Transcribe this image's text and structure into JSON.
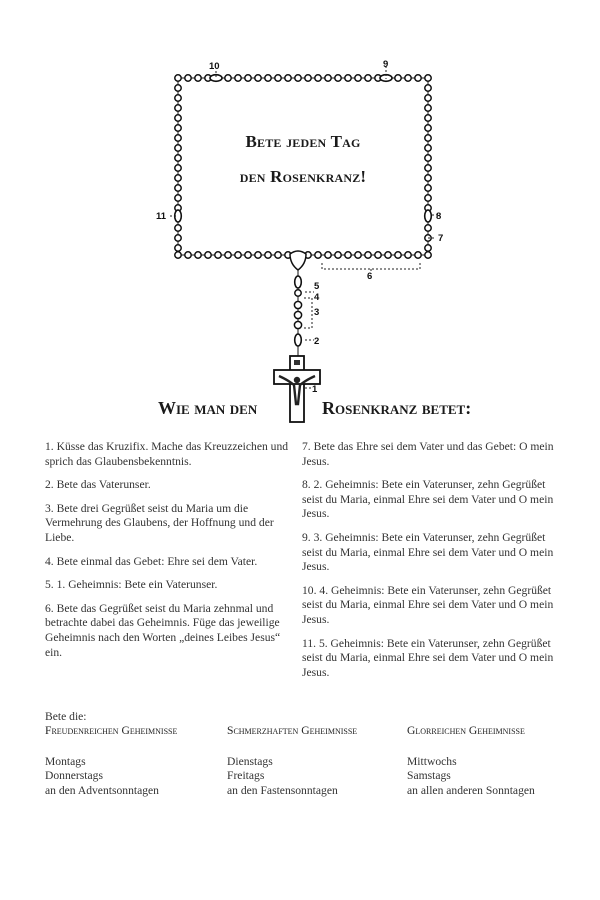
{
  "title": {
    "line1": "Bete jeden Tag",
    "line2": "den Rosenkranz!"
  },
  "diagram_labels": [
    "10",
    "9",
    "11",
    "8",
    "7",
    "6",
    "5",
    "4",
    "3",
    "2",
    "1"
  ],
  "heading": {
    "left": "Wie man den",
    "right": "Rosenkranz betet:"
  },
  "steps_left": [
    "1.  Küsse das Kruzifix. Mache das Kreuzzeichen und sprich das Glaubensbekenntnis.",
    "2.  Bete das Vaterunser.",
    "3.  Bete drei Gegrüßet seist du Maria um die Vermehrung des Glaubens, der Hoffnung und der Liebe.",
    "4.  Bete einmal das Gebet: Ehre sei dem Vater.",
    "5.  1. Geheimnis: Bete ein Vaterunser.",
    "6.  Bete das Gegrüßet seist du Maria zehnmal und betrachte dabei das Geheimnis. Füge das jeweilige Geheimnis nach den Worten „deines Leibes Jesus“ ein."
  ],
  "steps_right": [
    "7.  Bete das Ehre sei dem Vater und das Gebet: O mein Jesus.",
    "8.  2. Geheimnis: Bete ein Vaterunser, zehn Gegrüßet seist du Maria, einmal Ehre sei dem Vater und O mein Jesus.",
    "9.  3. Geheimnis: Bete ein Vaterunser, zehn Gegrüßet seist du Maria, einmal Ehre sei dem Vater und O mein Jesus.",
    "10.  4. Geheimnis: Bete ein Vaterunser, zehn Gegrüßet seist du Maria, einmal Ehre sei dem Vater und O mein Jesus.",
    "11.  5. Geheimnis: Bete ein Vaterunser, zehn Gegrüßet seist du Maria, einmal Ehre sei dem Vater und O mein Jesus."
  ],
  "bete_die": "Bete die:",
  "mysteries": [
    {
      "name": "Freudenreichen Geheimnisse",
      "days": [
        "Montags",
        "Donnerstags",
        "an den Adventsonntagen"
      ]
    },
    {
      "name": "Schmerzhaften Geheimnisse",
      "days": [
        "Dienstags",
        "Freitags",
        "an den Fastensonntagen"
      ]
    },
    {
      "name": "Glorreichen Geheimnisse",
      "days": [
        "Mittwochs",
        "Samstags",
        "an allen anderen Sonntagen"
      ]
    }
  ]
}
